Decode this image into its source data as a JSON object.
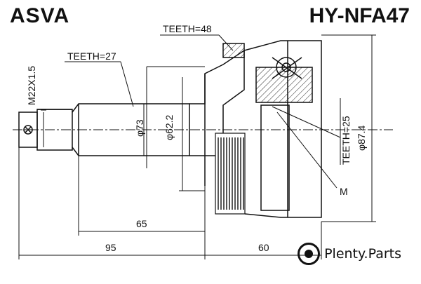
{
  "header": {
    "brand": "ASVA",
    "part_number": "HY-NFA47"
  },
  "labels": {
    "thread": "M22X1.5",
    "teeth_outer_spline": "TEETH=27",
    "teeth_abs_ring": "TEETH=48",
    "teeth_inner_spline": "TEETH=25",
    "dia_73": "φ73",
    "dia_62_2": "φ62.2",
    "dia_87_4": "φ87.4",
    "len_65": "65",
    "len_95": "95",
    "len_60": "60",
    "marker_m": "M"
  },
  "watermark": {
    "text": "Plenty.Parts"
  },
  "colors": {
    "line": "#111111",
    "hatch": "#333333"
  }
}
